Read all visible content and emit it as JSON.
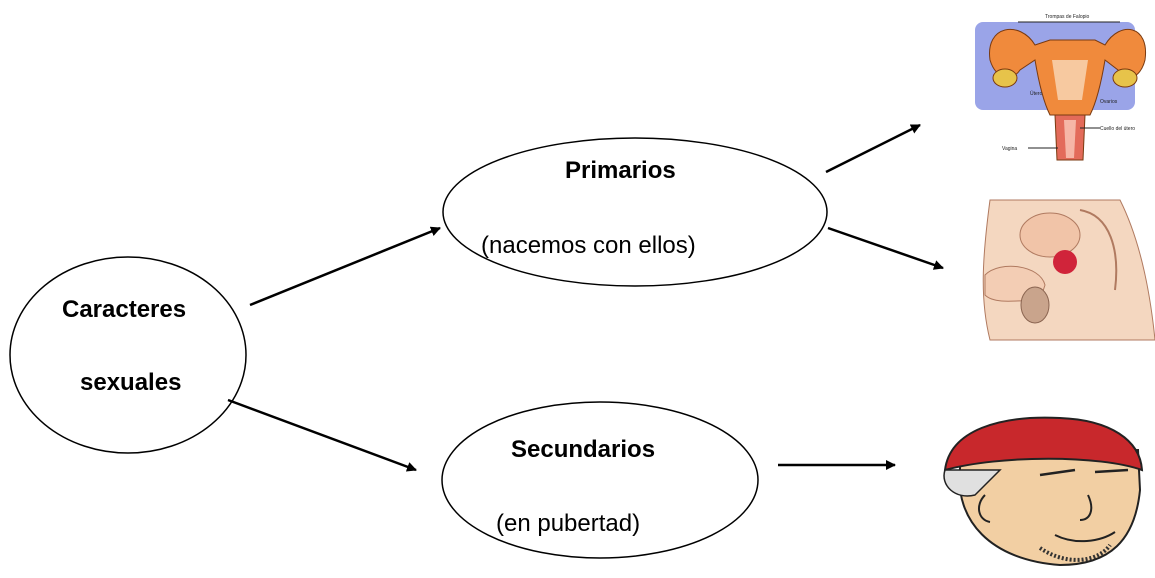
{
  "root": {
    "line1": "Caracteres",
    "line2": "sexuales"
  },
  "primary": {
    "title": "Primarios",
    "subtitle": "(nacemos con ellos)"
  },
  "secondary": {
    "title": "Secundarios",
    "subtitle": "(en pubertad)"
  },
  "female_diagram": {
    "icon": "female-reproductive-illustration",
    "labels": [
      "Trompas de Falopio",
      "Útero",
      "Ovarios",
      "Cuello del útero",
      "Vagina"
    ]
  },
  "male_diagram": {
    "icon": "male-reproductive-illustration"
  },
  "teen_face": {
    "icon": "teen-boy-with-cap-illustration"
  },
  "colors": {
    "line": "#000000",
    "uterus": "#f08a3c",
    "background_blue": "#9aa4e8",
    "cap": "#c8282c",
    "skin": "#f2cfa3"
  }
}
